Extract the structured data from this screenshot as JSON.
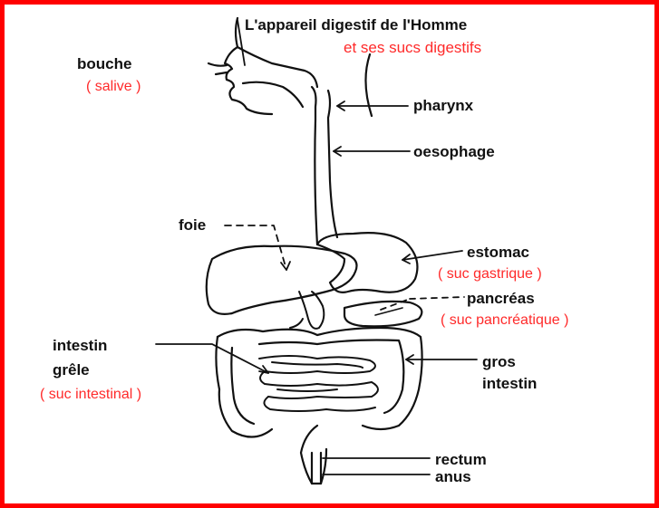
{
  "title": {
    "main": "L'appareil digestif de l'Homme",
    "sub": "et ses sucs digestifs"
  },
  "labels": {
    "bouche": "bouche",
    "salive": "( salive )",
    "pharynx": "pharynx",
    "oesophage": "oesophage",
    "foie": "foie",
    "estomac": "estomac",
    "suc_gastrique": "( suc gastrique )",
    "pancreas": "pancréas",
    "suc_pancreatique": "( suc pancréatique )",
    "intestin_grele_1": "intestin",
    "intestin_grele_2": "grêle",
    "suc_intestinal": "( suc intestinal )",
    "gros_intestin_1": "gros",
    "gros_intestin_2": "intestin",
    "rectum": "rectum",
    "anus": "anus"
  },
  "colors": {
    "frame": "#ff0000",
    "juice_text": "#ff2a2a",
    "ink": "#111111"
  }
}
